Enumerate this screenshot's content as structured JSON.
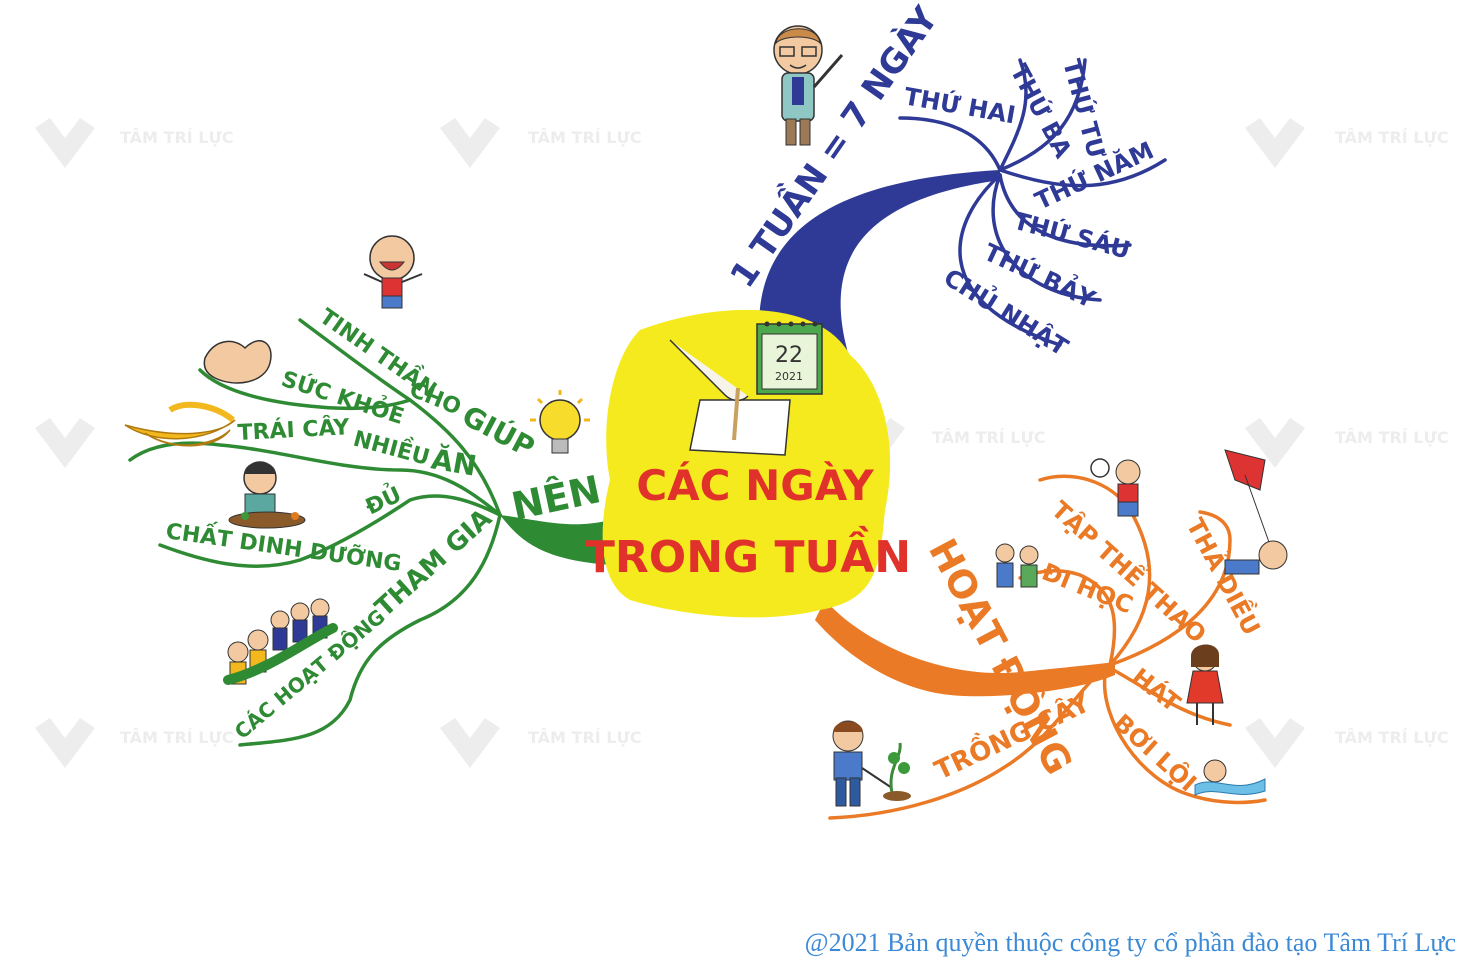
{
  "center": {
    "title_line1": "CÁC NGÀY",
    "title_line2": "TRONG TUẦN",
    "calendar_day": "22",
    "calendar_year": "2021"
  },
  "branch_week": {
    "label": "1 TUẦN = 7 NGÀY",
    "color": "#2e3a96",
    "days": [
      "THỨ HAI",
      "THỨ BA",
      "THỨ TƯ",
      "THỨ NĂM",
      "THỨ SÁU",
      "THỨ BẢY",
      "CHỦ NHẬT"
    ]
  },
  "branch_should": {
    "label": "NÊN",
    "color": "#2e8b34",
    "help_label": "GIÚP",
    "for_label": "CHO",
    "spirit": "TINH THẦN",
    "health": "SỨC KHỎE",
    "eat_label": "ĂN",
    "many_label": "NHIỀU",
    "fruit": "TRÁI CÂY",
    "enough_label": "ĐỦ",
    "nutrients": "CHẤT DINH DƯỠNG",
    "join_label": "THAM GIA",
    "activities": "CÁC HOẠT ĐỘNG"
  },
  "branch_activities": {
    "label": "HOẠT ĐỘNG",
    "color": "#ea7a25",
    "items": [
      "TẬP THỂ THAO",
      "ĐI HỌC",
      "THẢ DIỀU",
      "HÁT",
      "BƠI LỘI",
      "TRỒNG CÂY"
    ]
  },
  "watermark": {
    "text": "TÂM TRÍ LỰC"
  },
  "copyright": "@2021 Bản quyền thuộc công ty cổ phần đào tạo Tâm Trí Lực"
}
